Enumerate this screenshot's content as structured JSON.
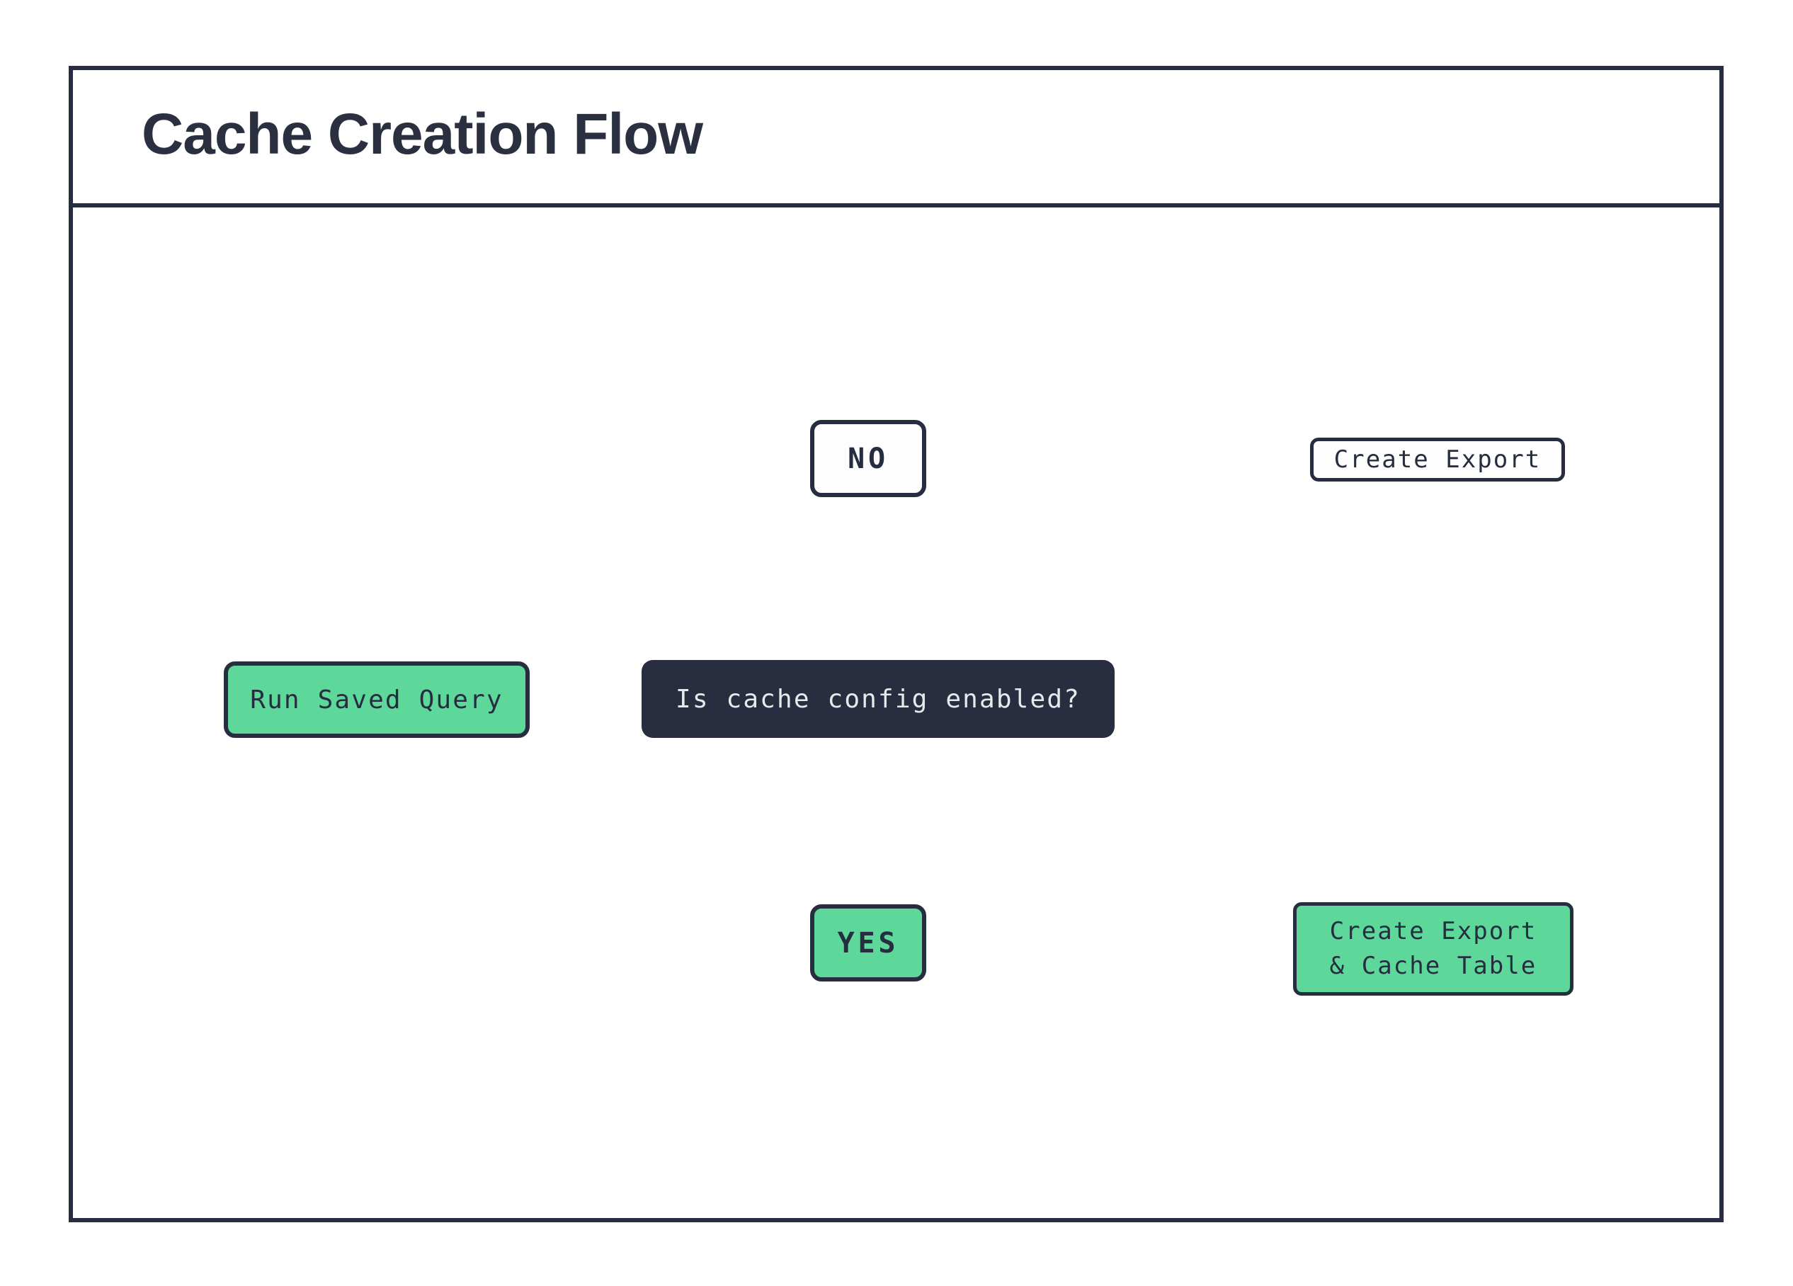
{
  "title": "Cache Creation Flow",
  "colors": {
    "ink": "#262D3F",
    "accent_green": "#5ED79A",
    "decision_bg": "#282E40",
    "decision_text": "#E8E9EB",
    "connector": "#14161D",
    "background": "#FFFFFF"
  },
  "flow": {
    "start": {
      "label": "Run Saved Query"
    },
    "decision": {
      "label": "Is cache config enabled?"
    },
    "branch_no": {
      "label": "NO"
    },
    "branch_yes": {
      "label": "YES"
    },
    "no_result": {
      "label": "Create Export",
      "icon": "database-icon"
    },
    "yes_result": {
      "label_line1": "Create Export",
      "label_line2": "& Cache Table",
      "icon": "database-icon"
    }
  }
}
